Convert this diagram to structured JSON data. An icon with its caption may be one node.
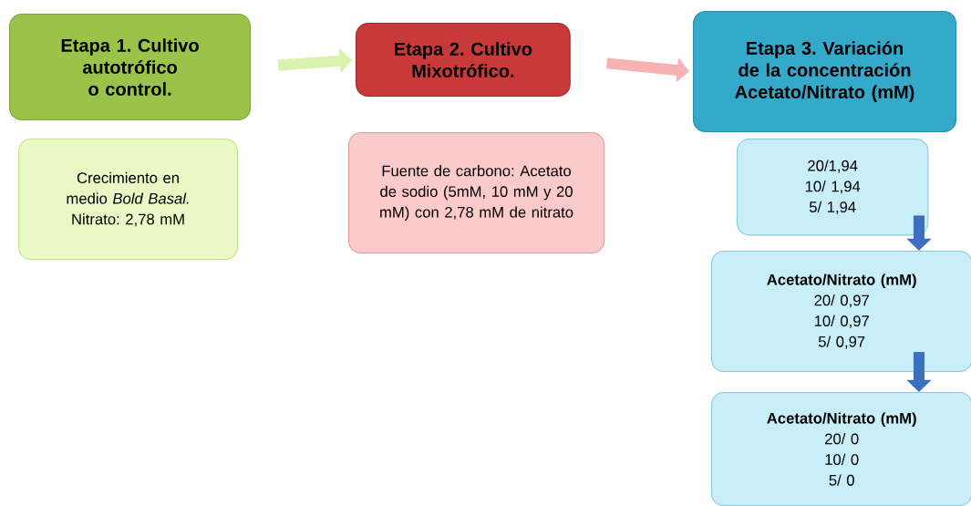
{
  "diagram": {
    "nodes": [
      {
        "text": [
          "Etapa 1. Cultivo autotrófico o control."
        ]
      },
      {
        "text": [
          "Crecimiento en medio *Bold Basal.* Nitrato: 2,78 mM"
        ]
      },
      {
        "text": [
          "Etapa 2. Cultivo Mixotrófico."
        ]
      },
      {
        "text": [
          "Fuente de carbono: Acetato de sodio (5mM, 10 mM y 20 mM) con 2,78 mM de nitrato"
        ]
      },
      {
        "text": [
          "Etapa 3. Variación de la concentración Acetato/Nitrato (mM)"
        ]
      },
      {
        "text": [
          "20/1,94",
          "10/ 1,94",
          "5/ 1,94"
        ]
      },
      {
        "text": [
          "Acetato/Nitrato (mM)",
          "20/ 0,97",
          "10/ 0,97",
          "5/ 0,97"
        ]
      },
      {
        "text": [
          "Acetato/Nitrato (mM)",
          "20/ 0",
          "10/ 0",
          "5/  0"
        ]
      }
    ],
    "edges": [
      {
        "from": 0,
        "to": 2,
        "arrow": "to",
        "color": "#d9f2ad"
      },
      {
        "from": 2,
        "to": 4,
        "arrow": "to",
        "color": "#f7b3b3"
      },
      {
        "from": 5,
        "to": 6,
        "arrow": "to",
        "color": "#3d6fbf"
      },
      {
        "from": 6,
        "to": 7,
        "arrow": "to",
        "color": "#3d6fbf"
      }
    ]
  }
}
